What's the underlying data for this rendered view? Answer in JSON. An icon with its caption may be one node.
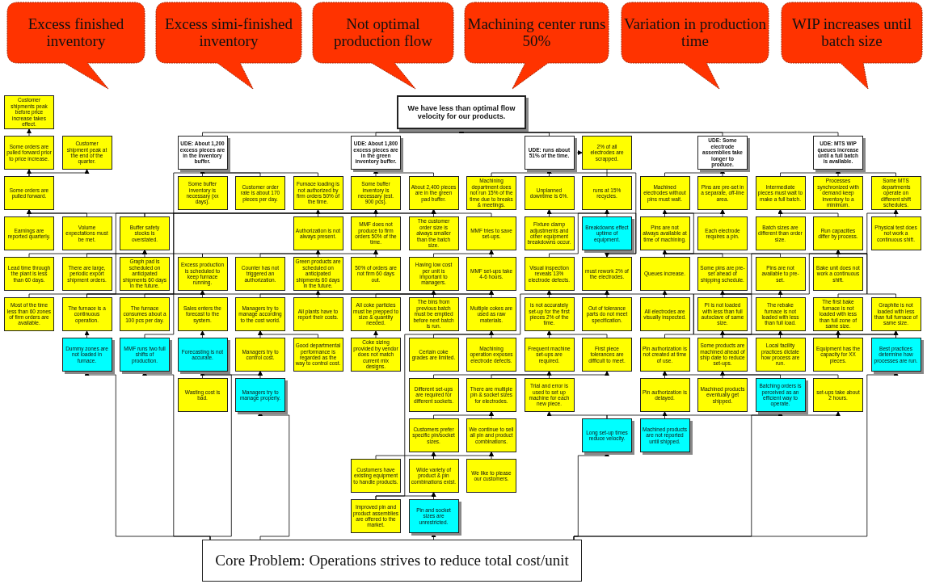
{
  "diagram": {
    "nodes": [
      {
        "text": [
          "Not optimal production flow"
        ]
      },
      {
        "text": [
          "Machining center runs 50%"
        ]
      },
      {
        "text": [
          "WIP increases until batch size"
        ]
      },
      {
        "text": [
          "Excess finished inventory"
        ]
      },
      {
        "text": [
          "Variation in production time"
        ]
      },
      {
        "text": [
          "Excess simi-finished inventory"
        ]
      },
      {
        "text": [
          "We have less than optimal flow velocity for our products."
        ]
      },
      {
        "text": [
          "Customer shipments peak before price increase takes effect."
        ]
      },
      {
        "text": [
          "Some orders are pulled forward prior to price increase."
        ]
      },
      {
        "text": [
          "Customer shipment peak at the end of the quarter."
        ]
      },
      {
        "text": [
          "Some orders are pulled forward."
        ]
      },
      {
        "text": [
          "UDE: About 1,200 excess pieces are in the inventory buffer."
        ]
      },
      {
        "text": [
          "UDE: About 1,800 excess pieces are in the green inventory buffer."
        ]
      },
      {
        "text": [
          "Earnings are reported quarterly."
        ]
      },
      {
        "text": [
          "Volume expectations must be met."
        ]
      },
      {
        "text": [
          "Buffer safety stocks is overstated."
        ]
      },
      {
        "text": [
          "Some buffer inventory is necessary (xx days)."
        ]
      },
      {
        "text": [
          "Customer order rate is about 170 pieces per day."
        ]
      },
      {
        "text": [
          "Furnace loading is not authorized by firm orders 50% of the time."
        ]
      },
      {
        "text": [
          "Lead time through the plant is less than 60 days."
        ]
      },
      {
        "text": [
          "There are large, periodic export shipment orders."
        ]
      },
      {
        "text": [
          "Graph pad is scheduled on anticipated shipments 60 days in the future."
        ]
      },
      {
        "text": [
          "Authorization is not always present."
        ]
      },
      {
        "text": [
          "Excess production is scheduled to keep furnace running."
        ]
      },
      {
        "text": [
          "Counter has not triggered an authorization."
        ]
      },
      {
        "text": [
          "Some buffer inventory is necessary (est. 900 pcs)."
        ]
      },
      {
        "text": [
          "Most of the time less than 60 zones of firm orders are available."
        ]
      },
      {
        "text": [
          "The furnace is a continuous operation."
        ]
      },
      {
        "text": [
          "The furnace consumes about a 100 pcs per day."
        ]
      },
      {
        "text": [
          "Dummy zones are not loaded in furnace."
        ]
      },
      {
        "text": [
          "About 2,400 pieces are in the green pad buffer."
        ]
      },
      {
        "text": [
          "MMF does not produce to firm orders 50% of the time."
        ]
      },
      {
        "text": [
          "The customer order size is always smaller than the batch size."
        ]
      },
      {
        "text": [
          "MMF tries to save set-ups."
        ]
      },
      {
        "text": [
          "MMF runs two full shifts of production."
        ]
      },
      {
        "text": [
          "Green products are scheduled on anticipated shipments 60 days in the future."
        ]
      },
      {
        "text": [
          "50% of orders are not firm 60 days out."
        ]
      },
      {
        "text": [
          "Having low cost per unit is important to managers."
        ]
      },
      {
        "text": [
          "Sales enters the forecast to the system."
        ]
      },
      {
        "text": [
          "Managers try to manage according to the cost world."
        ]
      },
      {
        "text": [
          "All plants have to report their costs."
        ]
      },
      {
        "text": [
          "MMF set-ups take 4-6 hours."
        ]
      },
      {
        "text": [
          "Forecasting is not accurate."
        ]
      },
      {
        "text": [
          "Managers try to control cost."
        ]
      },
      {
        "text": [
          "Good departmental performance is regarded as the way to control cost."
        ]
      },
      {
        "text": [
          "All coke particles must be prepped to size & quantity needed."
        ]
      },
      {
        "text": [
          "The bins from previous batch must be emptied before next batch is run."
        ]
      },
      {
        "text": [
          "Multiple cokes are used as raw materials."
        ]
      },
      {
        "text": [
          "Wasting cost is bad."
        ]
      },
      {
        "text": [
          "Managers try to manage properly."
        ]
      },
      {
        "text": [
          "Coke sizing provided by vendor does not match current mix designs."
        ]
      },
      {
        "text": [
          "Certain coke grades are limited."
        ]
      },
      {
        "text": [
          "2% of all electrodes are scrapped."
        ]
      },
      {
        "text": [
          "UDE: runs about 51% of the time."
        ]
      },
      {
        "text": [
          "Machining department does not run 15% of the time due to breaks & meetings."
        ]
      },
      {
        "text": [
          "Unplanned downtime is 6%."
        ]
      },
      {
        "text": [
          "runs at 15% recycles."
        ]
      },
      {
        "text": [
          "Fixture clamp adjustments and other equipment breakdowns occur."
        ]
      },
      {
        "text": [
          "Breakdowns effect uptime of equipment."
        ]
      },
      {
        "text": [
          "Visual inspection reveals 13% electrode defects."
        ]
      },
      {
        "text": [
          "must rework 2% of the electrodes."
        ]
      },
      {
        "text": [
          "All electrodes are visually inspected."
        ]
      },
      {
        "text": [
          "Machining operation exposes electrode defects."
        ]
      },
      {
        "text": [
          "Out of tolerance parts do not meet specification."
        ]
      },
      {
        "text": [
          "is not accurately set-up for the first pieces 2% of the time."
        ]
      },
      {
        "text": [
          "Frequent machine set-ups are required."
        ]
      },
      {
        "text": [
          "First piece tolerances are difficult to meet."
        ]
      },
      {
        "text": [
          "Different set-ups are required for different sockets."
        ]
      },
      {
        "text": [
          "There are multiple pin & socket sizes for electrodes."
        ]
      },
      {
        "text": [
          "Customers prefer specific pin/socket sizes."
        ]
      },
      {
        "text": [
          "We continue to sell all pin and product combinations."
        ]
      },
      {
        "text": [
          "Customers have existing equipment to handle products."
        ]
      },
      {
        "text": [
          "Wide variety of product & pin combinations exist."
        ]
      },
      {
        "text": [
          "We like to please our customers."
        ]
      },
      {
        "text": [
          "Improved pin and product assemblies are offered to the market."
        ]
      },
      {
        "text": [
          "Pin and socket sizes are unrestricted."
        ]
      },
      {
        "text": [
          "Trial and error is used to set up machine for each new piece."
        ]
      },
      {
        "text": [
          "set-ups take about 2 hours."
        ]
      },
      {
        "text": [
          "Long set-up times reduce velocity."
        ]
      },
      {
        "text": [
          "UDE: Some electrode assemblies take longer to produce."
        ]
      },
      {
        "text": [
          "Machined electrodes without pins must wait."
        ]
      },
      {
        "text": [
          "Pins are pre-set in a separate, off-line area."
        ]
      },
      {
        "text": [
          "Pins are not always available at time of machining."
        ]
      },
      {
        "text": [
          "Each electrode requires a pin."
        ]
      },
      {
        "text": [
          "Queues increase."
        ]
      },
      {
        "text": [
          "Some pins are pre-set ahead of shipping schedule."
        ]
      },
      {
        "text": [
          "Pins are not available to pre-set."
        ]
      },
      {
        "text": [
          "Pin authorization is not created at time of use."
        ]
      },
      {
        "text": [
          "Pin authorization is delayed."
        ]
      },
      {
        "text": [
          "Machined products eventually get shipped."
        ]
      },
      {
        "text": [
          "Some products are machined ahead of ship date to reduce set-ups."
        ]
      },
      {
        "text": [
          "Machined products are not reported until shipped."
        ]
      },
      {
        "text": [
          "Batching orders is perceived as an efficient way to operate."
        ]
      },
      {
        "text": [
          "UDE: MTS WIP queues increase until a full batch is available."
        ]
      },
      {
        "text": [
          "Intermediate pieces must wait to make a full batch."
        ]
      },
      {
        "text": [
          "Processes synchronized with demand keep inventory to a minimum."
        ]
      },
      {
        "text": [
          "Some MTS departments operate on different shift schedules."
        ]
      },
      {
        "text": [
          "Batch sizes are different than order size."
        ]
      },
      {
        "text": [
          "Run capacities differ by process."
        ]
      },
      {
        "text": [
          "Physical test does not work a continuous shift."
        ]
      },
      {
        "text": [
          "Bake unit does not work a continuous shift."
        ]
      },
      {
        "text": [
          "PI is not loaded with less than full autoclave of same size."
        ]
      },
      {
        "text": [
          "The rebake furnace is not loaded with less than full load."
        ]
      },
      {
        "text": [
          "The first bake furnace is not loaded with less than full zone of same size."
        ]
      },
      {
        "text": [
          "Graphite is not loaded with less than full furnace of same size."
        ]
      },
      {
        "text": [
          "Local facility practices dictate how process are run."
        ]
      },
      {
        "text": [
          "Equipment has the capacity for XX pieces."
        ]
      },
      {
        "text": [
          "Best practices determine how processes are run."
        ]
      },
      {
        "text": [
          "Core Problem: Operations strives to reduce total cost/unit"
        ]
      }
    ],
    "edges": [
      {
        "from": 11,
        "to": 6,
        "arrow": "to"
      },
      {
        "from": 12,
        "to": 6,
        "arrow": "to"
      },
      {
        "from": 53,
        "to": 6,
        "arrow": "to"
      },
      {
        "from": 79,
        "to": 6,
        "arrow": "to"
      },
      {
        "from": 93,
        "to": 6,
        "arrow": "to"
      },
      {
        "from": 8,
        "to": 7,
        "arrow": "to"
      },
      {
        "from": 10,
        "to": 8,
        "arrow": "to"
      },
      {
        "from": 10,
        "to": 9,
        "arrow": "to"
      },
      {
        "from": 13,
        "to": 10,
        "arrow": "to"
      },
      {
        "from": 14,
        "to": 10,
        "arrow": "to"
      },
      {
        "from": 15,
        "to": 10,
        "arrow": "to"
      },
      {
        "from": 15,
        "to": 11,
        "arrow": "to"
      },
      {
        "from": 16,
        "to": 11,
        "arrow": "to"
      },
      {
        "from": 17,
        "to": 11,
        "arrow": "to"
      },
      {
        "from": 18,
        "to": 11,
        "arrow": "to"
      },
      {
        "from": 19,
        "to": 15,
        "arrow": "to"
      },
      {
        "from": 20,
        "to": 15,
        "arrow": "to"
      },
      {
        "from": 21,
        "to": 15,
        "arrow": "to"
      },
      {
        "from": 23,
        "to": 15,
        "arrow": "to"
      },
      {
        "from": 22,
        "to": 18,
        "arrow": "to"
      },
      {
        "from": 23,
        "to": 22,
        "arrow": "to"
      },
      {
        "from": 24,
        "to": 22,
        "arrow": "to"
      },
      {
        "from": 26,
        "to": 23,
        "arrow": "to"
      },
      {
        "from": 27,
        "to": 23,
        "arrow": "to"
      },
      {
        "from": 25,
        "to": 12,
        "arrow": "to"
      },
      {
        "from": 30,
        "to": 12,
        "arrow": "to"
      },
      {
        "from": 27,
        "to": 25,
        "arrow": "to"
      },
      {
        "from": 28,
        "to": 25,
        "arrow": "to"
      },
      {
        "from": 29,
        "to": 27,
        "arrow": "to"
      },
      {
        "from": 31,
        "to": 30,
        "arrow": "to"
      },
      {
        "from": 32,
        "to": 30,
        "arrow": "to"
      },
      {
        "from": 33,
        "to": 30,
        "arrow": "to"
      },
      {
        "from": 34,
        "to": 30,
        "arrow": "to"
      },
      {
        "from": 35,
        "to": 31,
        "arrow": "to"
      },
      {
        "from": 36,
        "to": 31,
        "arrow": "to"
      },
      {
        "from": 38,
        "to": 35,
        "arrow": "to"
      },
      {
        "from": 42,
        "to": 38,
        "arrow": "to"
      },
      {
        "from": 37,
        "to": 33,
        "arrow": "to"
      },
      {
        "from": 41,
        "to": 33,
        "arrow": "to"
      },
      {
        "from": 39,
        "to": 37,
        "arrow": "to"
      },
      {
        "from": 40,
        "to": 37,
        "arrow": "to"
      },
      {
        "from": 43,
        "to": 39,
        "arrow": "to"
      },
      {
        "from": 44,
        "to": 39,
        "arrow": "to"
      },
      {
        "from": 48,
        "to": 43,
        "arrow": "to"
      },
      {
        "from": 49,
        "to": 43,
        "arrow": "to"
      },
      {
        "from": 45,
        "to": 41,
        "arrow": "to"
      },
      {
        "from": 46,
        "to": 41,
        "arrow": "to"
      },
      {
        "from": 47,
        "to": 41,
        "arrow": "to"
      },
      {
        "from": 50,
        "to": 45,
        "arrow": "to"
      },
      {
        "from": 51,
        "to": 47,
        "arrow": "to"
      },
      {
        "from": 74,
        "to": 47,
        "arrow": "to"
      },
      {
        "from": 53,
        "to": 52,
        "arrow": "to"
      },
      {
        "from": 52,
        "to": 60,
        "arrow": "to"
      },
      {
        "from": 54,
        "to": 53,
        "arrow": "to"
      },
      {
        "from": 55,
        "to": 53,
        "arrow": "to"
      },
      {
        "from": 56,
        "to": 53,
        "arrow": "to"
      },
      {
        "from": 57,
        "to": 55,
        "arrow": "to"
      },
      {
        "from": 58,
        "to": 55,
        "arrow": "to"
      },
      {
        "from": 59,
        "to": 56,
        "arrow": "to"
      },
      {
        "from": 60,
        "to": 56,
        "arrow": "to"
      },
      {
        "from": 61,
        "to": 59,
        "arrow": "to"
      },
      {
        "from": 62,
        "to": 59,
        "arrow": "to"
      },
      {
        "from": 63,
        "to": 60,
        "arrow": "to"
      },
      {
        "from": 64,
        "to": 60,
        "arrow": "to"
      },
      {
        "from": 65,
        "to": 64,
        "arrow": "to"
      },
      {
        "from": 66,
        "to": 64,
        "arrow": "to"
      },
      {
        "from": 67,
        "to": 65,
        "arrow": "to"
      },
      {
        "from": 68,
        "to": 65,
        "arrow": "to"
      },
      {
        "from": 69,
        "to": 68,
        "arrow": "to"
      },
      {
        "from": 70,
        "to": 68,
        "arrow": "to"
      },
      {
        "from": 71,
        "to": 69,
        "arrow": "to"
      },
      {
        "from": 72,
        "to": 69,
        "arrow": "to"
      },
      {
        "from": 72,
        "to": 70,
        "arrow": "to"
      },
      {
        "from": 73,
        "to": 70,
        "arrow": "to"
      },
      {
        "from": 74,
        "to": 72,
        "arrow": "to"
      },
      {
        "from": 75,
        "to": 72,
        "arrow": "to"
      },
      {
        "from": 76,
        "to": 66,
        "arrow": "to"
      },
      {
        "from": 78,
        "to": 76,
        "arrow": "to"
      },
      {
        "from": 78,
        "to": 77,
        "arrow": "to"
      },
      {
        "from": 77,
        "to": 90,
        "arrow": "to"
      },
      {
        "from": 92,
        "to": 90,
        "arrow": "to"
      },
      {
        "from": 90,
        "to": 84,
        "arrow": "to"
      },
      {
        "from": 90,
        "to": 85,
        "arrow": "to"
      },
      {
        "from": 84,
        "to": 80,
        "arrow": "to"
      },
      {
        "from": 80,
        "to": 79,
        "arrow": "to"
      },
      {
        "from": 81,
        "to": 79,
        "arrow": "to"
      },
      {
        "from": 82,
        "to": 81,
        "arrow": "to"
      },
      {
        "from": 83,
        "to": 81,
        "arrow": "to"
      },
      {
        "from": 85,
        "to": 82,
        "arrow": "to"
      },
      {
        "from": 86,
        "to": 82,
        "arrow": "to"
      },
      {
        "from": 87,
        "to": 86,
        "arrow": "to"
      },
      {
        "from": 88,
        "to": 87,
        "arrow": "to"
      },
      {
        "from": 89,
        "to": 87,
        "arrow": "to"
      },
      {
        "from": 91,
        "to": 88,
        "arrow": "to"
      },
      {
        "from": 94,
        "to": 93,
        "arrow": "to"
      },
      {
        "from": 95,
        "to": 93,
        "arrow": "to"
      },
      {
        "from": 96,
        "to": 93,
        "arrow": "to"
      },
      {
        "from": 97,
        "to": 94,
        "arrow": "to"
      },
      {
        "from": 98,
        "to": 94,
        "arrow": "to"
      },
      {
        "from": 99,
        "to": 96,
        "arrow": "to"
      },
      {
        "from": 100,
        "to": 96,
        "arrow": "to"
      },
      {
        "from": 101,
        "to": 98,
        "arrow": "to"
      },
      {
        "from": 102,
        "to": 98,
        "arrow": "to"
      },
      {
        "from": 103,
        "to": 98,
        "arrow": "to"
      },
      {
        "from": 104,
        "to": 98,
        "arrow": "to"
      },
      {
        "from": 105,
        "to": 101,
        "arrow": "to"
      },
      {
        "from": 106,
        "to": 101,
        "arrow": "to"
      },
      {
        "from": 105,
        "to": 102,
        "arrow": "to"
      },
      {
        "from": 106,
        "to": 102,
        "arrow": "to"
      },
      {
        "from": 106,
        "to": 103,
        "arrow": "to"
      },
      {
        "from": 106,
        "to": 104,
        "arrow": "to"
      },
      {
        "from": 107,
        "to": 103,
        "arrow": "to"
      },
      {
        "from": 107,
        "to": 104,
        "arrow": "to"
      },
      {
        "from": 108,
        "to": 29,
        "arrow": "to"
      },
      {
        "from": 108,
        "to": 42,
        "arrow": "to"
      },
      {
        "from": 108,
        "to": 49,
        "arrow": "to"
      },
      {
        "from": 108,
        "to": 34,
        "arrow": "to"
      },
      {
        "from": 108,
        "to": 75,
        "arrow": "to"
      },
      {
        "from": 108,
        "to": 78,
        "arrow": "to"
      },
      {
        "from": 108,
        "to": 92,
        "arrow": "to"
      },
      {
        "from": 108,
        "to": 107,
        "arrow": "to"
      }
    ]
  }
}
